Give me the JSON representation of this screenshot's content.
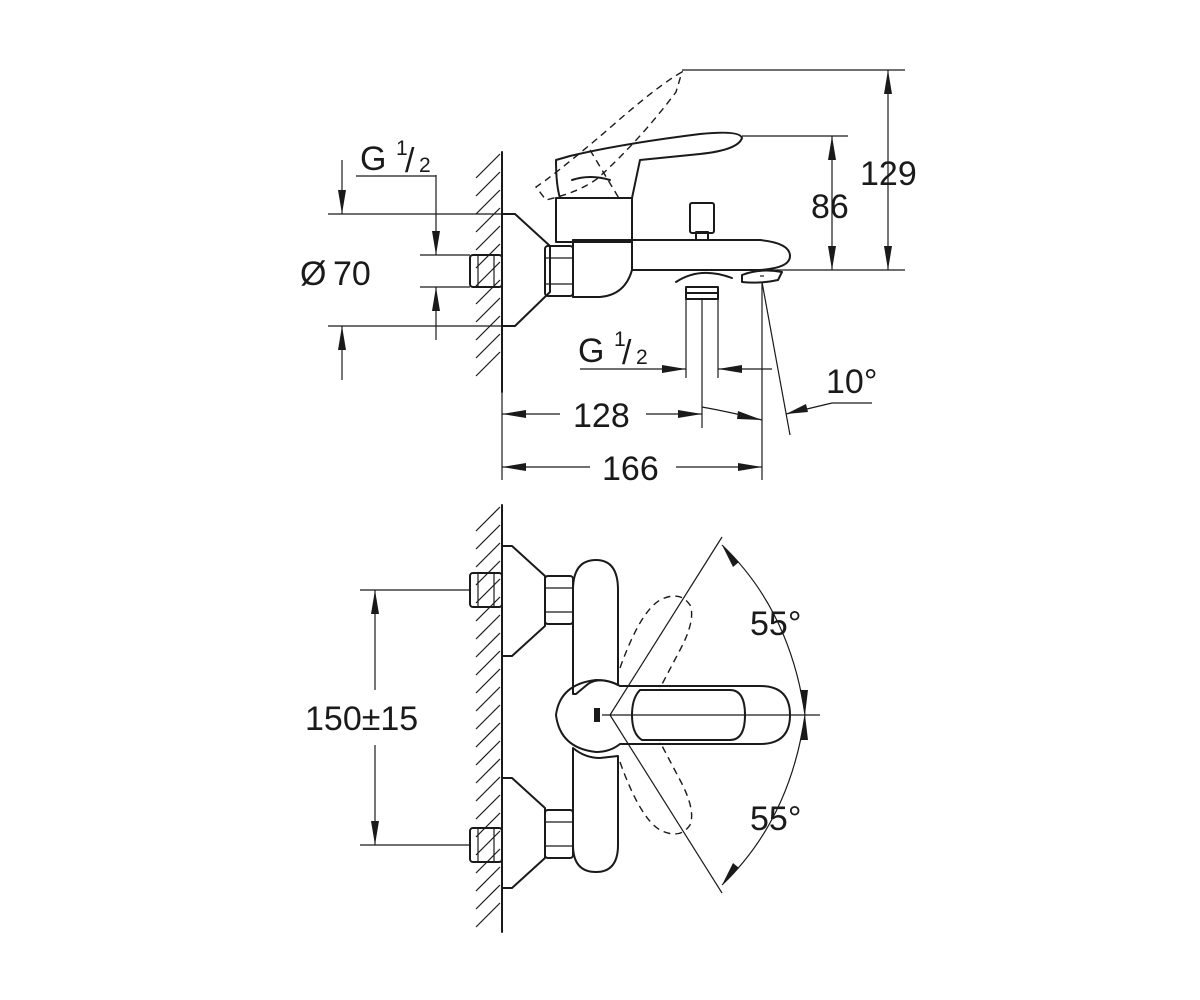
{
  "dimensions": {
    "height_129": "129",
    "height_86": "86",
    "thread_inlet_G": "G",
    "thread_inlet_num": "1",
    "thread_inlet_slash": "/",
    "thread_inlet_den": "2",
    "diameter_symbol": "Ø",
    "diameter_value": "70",
    "thread_outlet_G": "G",
    "thread_outlet_num": "1",
    "thread_outlet_slash": "/",
    "thread_outlet_den": "2",
    "angle_spout": "10°",
    "length_128": "128",
    "length_166": "166",
    "centers_150": "150±15",
    "angle_upper": "55°",
    "angle_lower": "55°"
  }
}
